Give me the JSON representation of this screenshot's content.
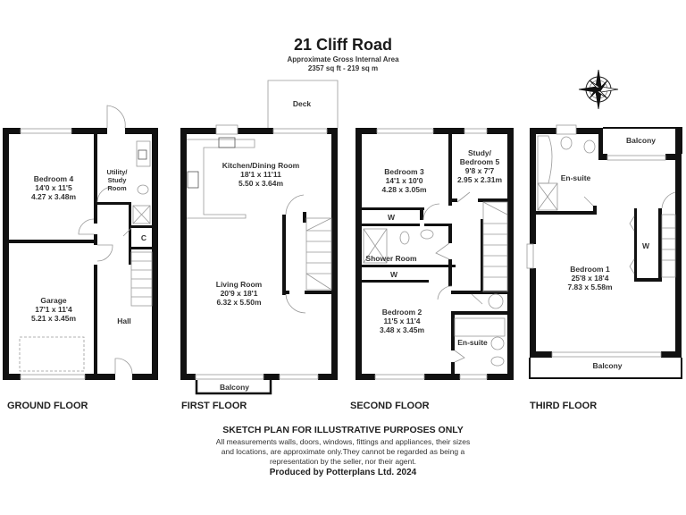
{
  "header": {
    "title": "21 Cliff Road",
    "area_label": "Approximate Gross Internal Area",
    "area_value": "2357 sq ft - 219 sq m"
  },
  "compass": {
    "icon": "compass-rose-icon",
    "points": [
      "N",
      "E",
      "S",
      "W"
    ]
  },
  "floors": [
    {
      "name": "GROUND FLOOR",
      "rooms": [
        {
          "name": "Bedroom 4",
          "imperial": "14'0 x 11'5",
          "metric": "4.27 x 3.48m"
        },
        {
          "name": "Utility/",
          "name2": "Study Room"
        },
        {
          "name": "C"
        },
        {
          "name": "Garage",
          "imperial": "17'1 x 11'4",
          "metric": "5.21 x 3.45m"
        },
        {
          "name": "Hall"
        }
      ]
    },
    {
      "name": "FIRST FLOOR",
      "rooms": [
        {
          "name": "Deck"
        },
        {
          "name": "Kitchen/Dining Room",
          "imperial": "18'1 x 11'11",
          "metric": "5.50 x 3.64m"
        },
        {
          "name": "Living Room",
          "imperial": "20'9 x 18'1",
          "metric": "6.32 x 5.50m"
        },
        {
          "name": "Balcony"
        }
      ]
    },
    {
      "name": "SECOND FLOOR",
      "rooms": [
        {
          "name": "Bedroom 3",
          "imperial": "14'1 x 10'0",
          "metric": "4.28 x 3.05m"
        },
        {
          "name": "Study/",
          "name2": "Bedroom 5",
          "imperial": "9'8 x 7'7",
          "metric": "2.95 x 2.31m"
        },
        {
          "name": "W"
        },
        {
          "name": "Shower Room"
        },
        {
          "name": "W"
        },
        {
          "name": "Bedroom 2",
          "imperial": "11'5 x 11'4",
          "metric": "3.48 x 3.45m"
        },
        {
          "name": "En-suite"
        }
      ]
    },
    {
      "name": "THIRD FLOOR",
      "rooms": [
        {
          "name": "Balcony"
        },
        {
          "name": "En-suite"
        },
        {
          "name": "W"
        },
        {
          "name": "Bedroom 1",
          "imperial": "25'8 x 18'4",
          "metric": "7.83 x 5.58m"
        },
        {
          "name": "Balcony"
        }
      ]
    }
  ],
  "footer": {
    "heading": "SKETCH PLAN FOR ILLUSTRATIVE PURPOSES ONLY",
    "disclaimer_line1": "All measurements walls, doors, windows, fittings and appliances, their sizes",
    "disclaimer_line2": "and locations, are approximate only.They cannot be regarded as being a",
    "disclaimer_line3": "representation by the seller, nor their agent.",
    "credit": "Produced by Potterplans Ltd. 2024"
  },
  "colors": {
    "wall": "#111111",
    "thin_line": "#888888",
    "background": "#ffffff",
    "text": "#333333"
  }
}
